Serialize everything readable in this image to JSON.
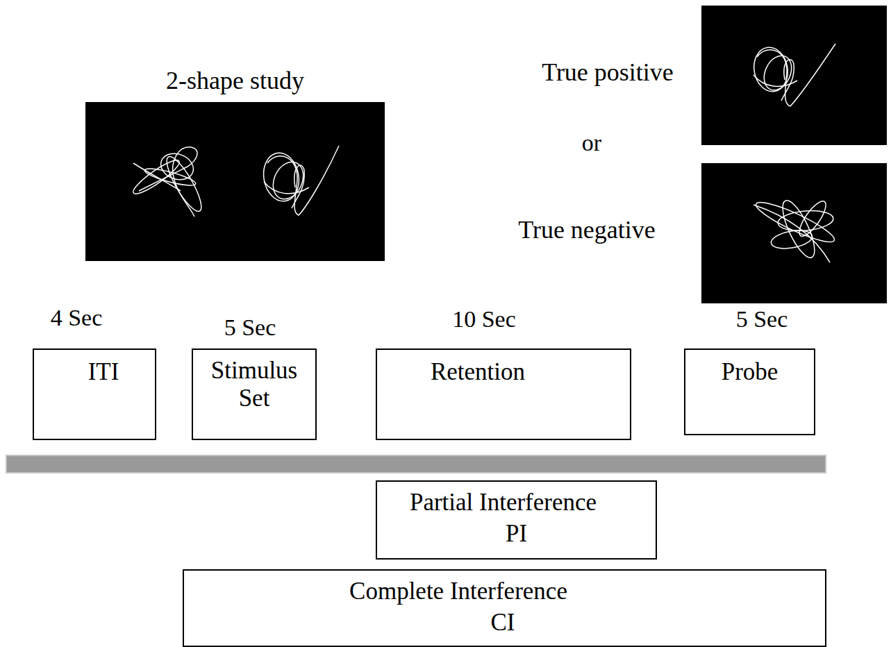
{
  "diagram": {
    "nodes": [
      {
        "text": [
          "2-shape study"
        ]
      },
      {
        "text": [
          "True positive"
        ]
      },
      {
        "text": [
          "True negative"
        ]
      },
      {
        "text": [
          "ITI"
        ]
      },
      {
        "text": [
          "Stimulus Set"
        ]
      },
      {
        "text": [
          "Retention"
        ]
      },
      {
        "text": [
          "Probe"
        ]
      },
      {
        "text": [
          "Partial Interference",
          "PI"
        ]
      },
      {
        "text": [
          "Complete Interference",
          "CI"
        ]
      }
    ],
    "labels": [
      "or",
      "4 Sec",
      "5 Sec",
      "10 Sec",
      "5 Sec"
    ]
  }
}
